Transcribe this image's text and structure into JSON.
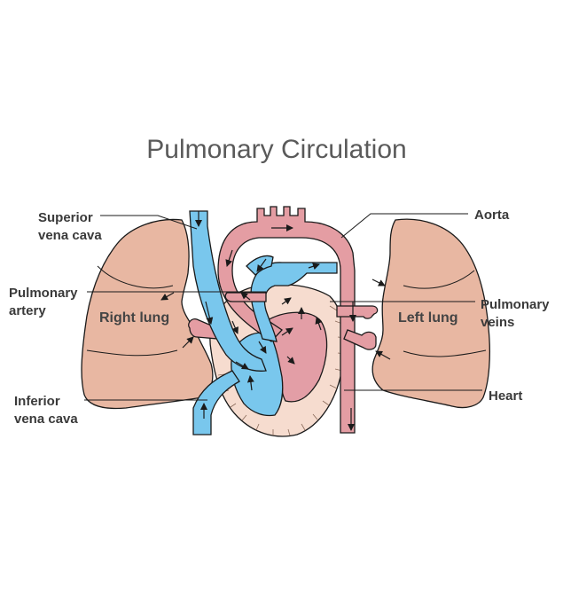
{
  "title": "Pulmonary Circulation",
  "labels": {
    "superior_vena_cava": [
      "Superior",
      "vena cava"
    ],
    "pulmonary_artery": [
      "Pulmonary",
      "artery"
    ],
    "inferior_vena_cava": [
      "Inferior",
      "vena cava"
    ],
    "aorta": "Aorta",
    "pulmonary_veins": [
      "Pulmonary",
      "veins"
    ],
    "heart": "Heart",
    "right_lung": "Right lung",
    "left_lung": "Left lung"
  },
  "colors": {
    "lung": "#e8b7a2",
    "oxygenated_vessel": "#e49da3",
    "deoxygenated_vessel": "#79c7ed",
    "heart_wall": "#f6dccf",
    "heart_chamber": "#e39ea6",
    "title": "#5a5a5a"
  }
}
